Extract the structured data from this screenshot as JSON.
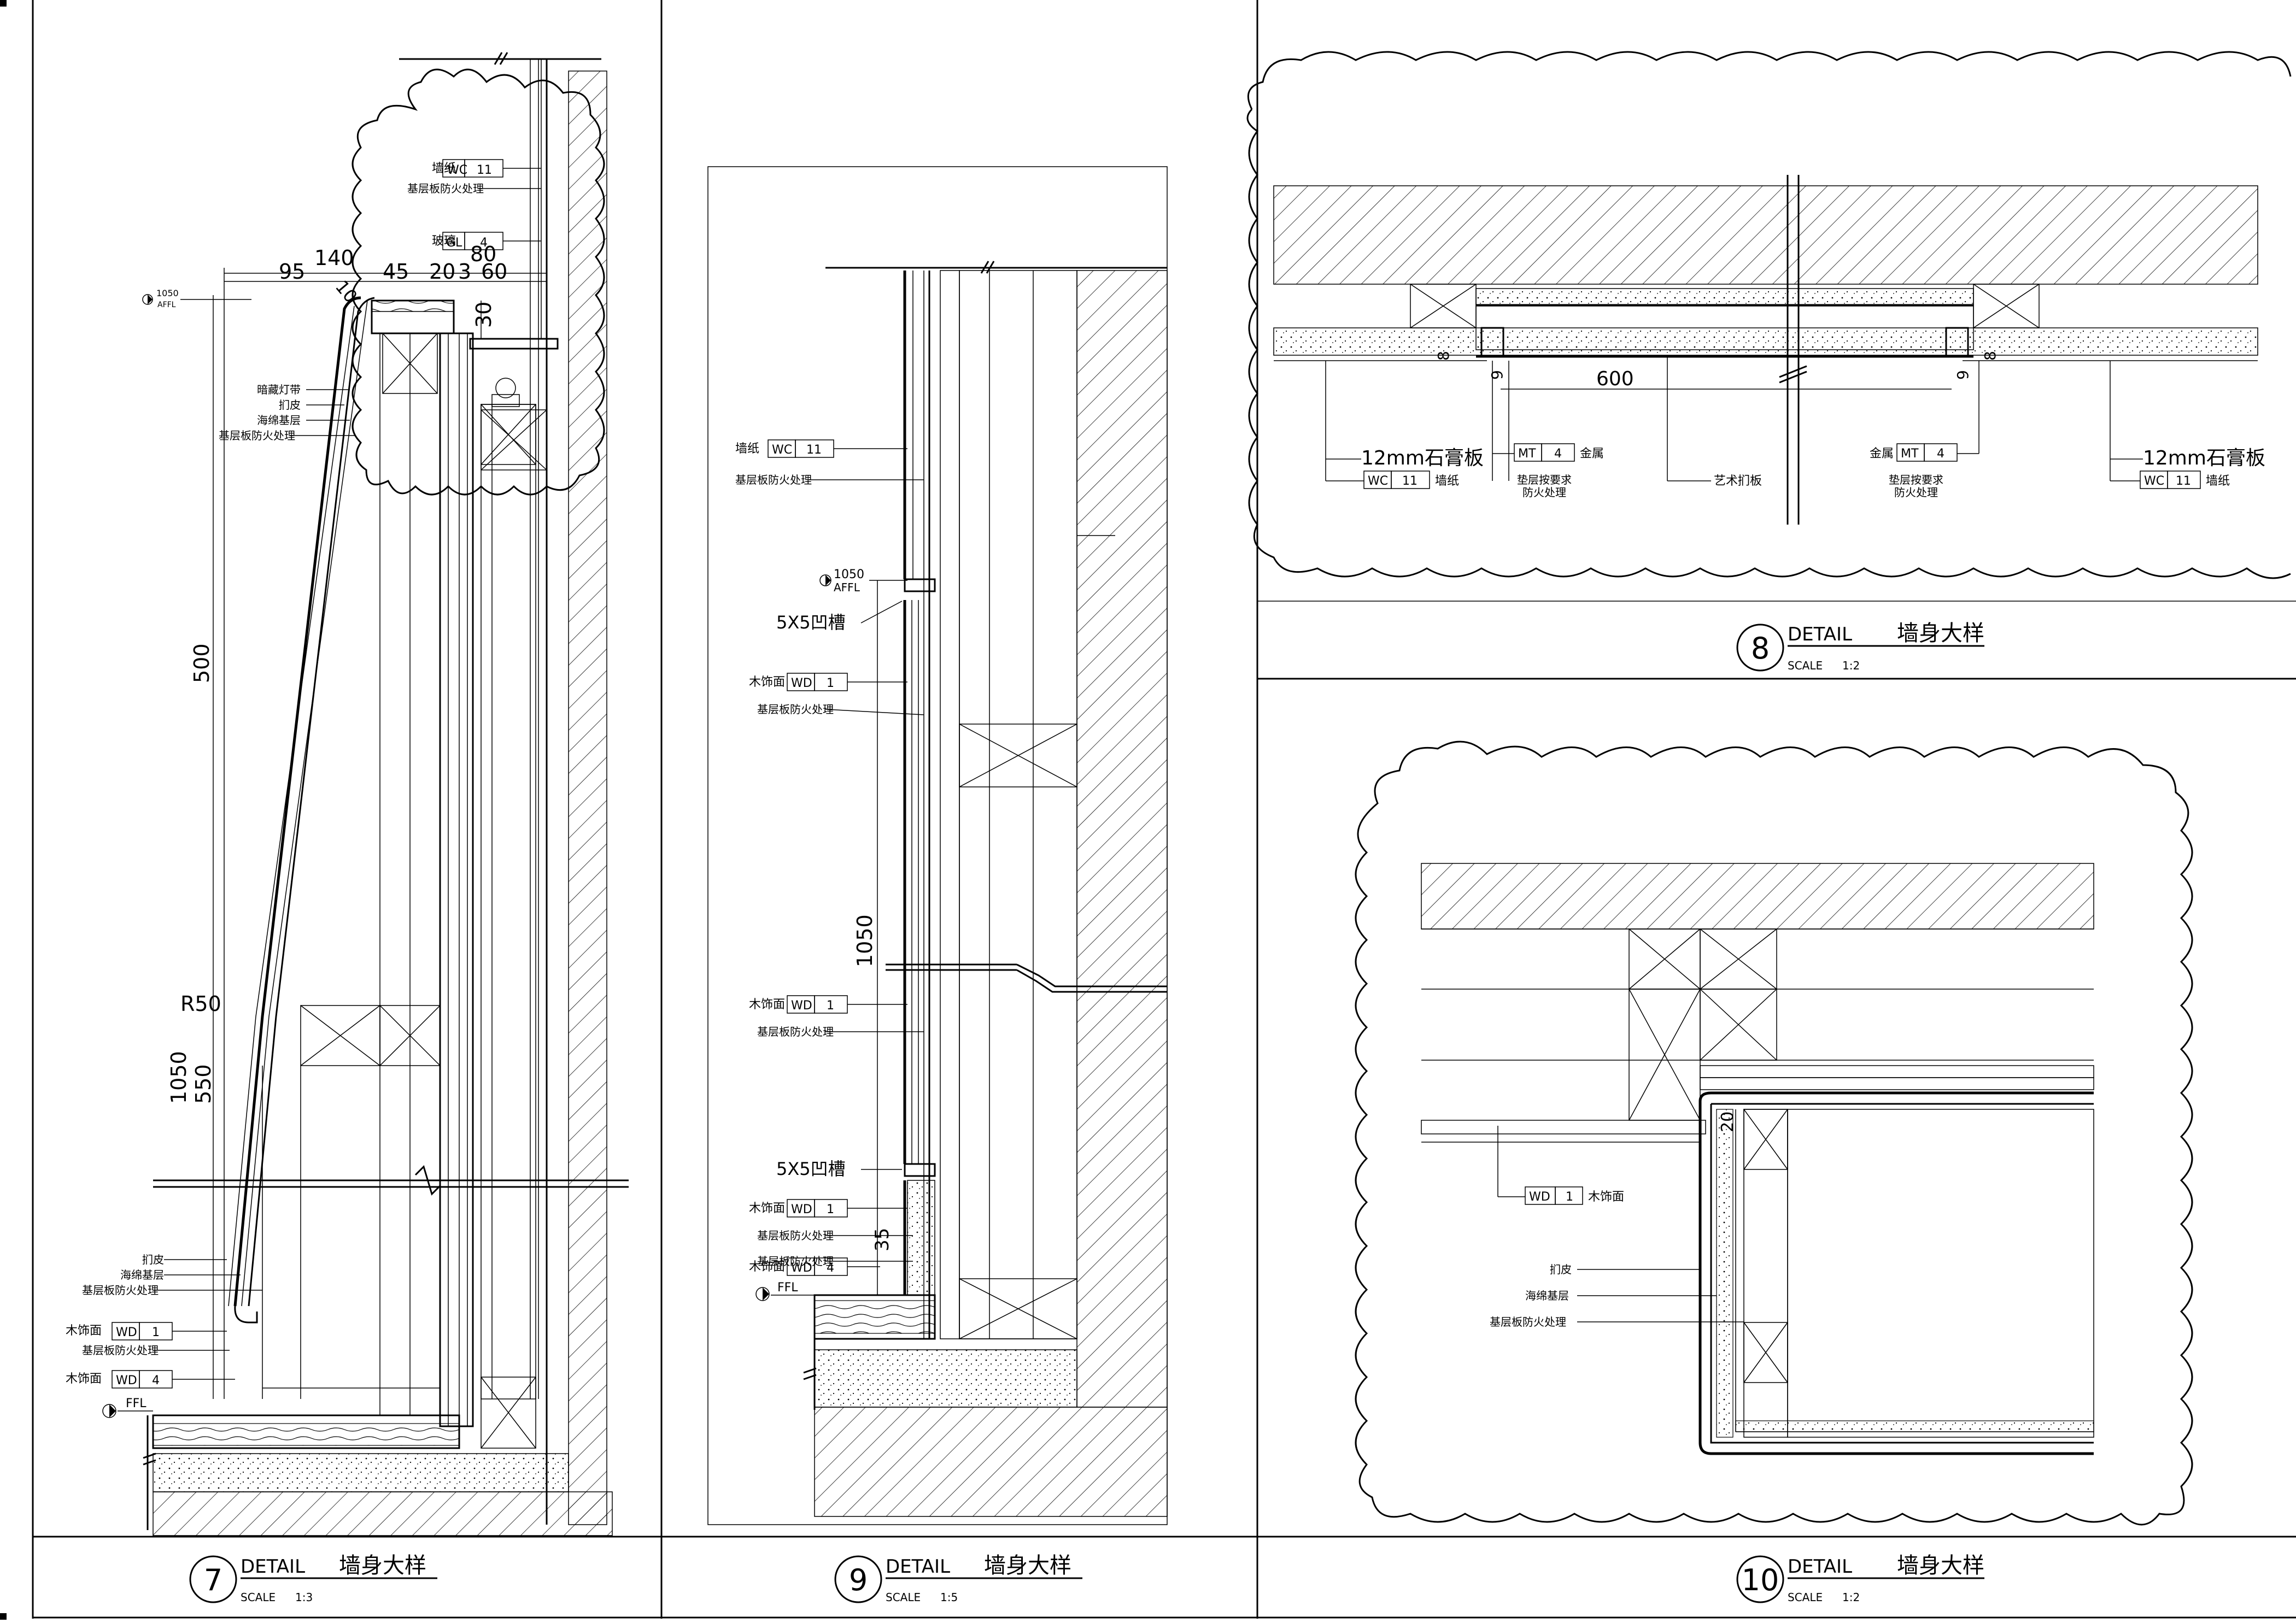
{
  "materials": {
    "wallpaper": "墙纸",
    "base_board_fireproof": "基层板防火处理",
    "glass": "玻璃",
    "hidden_light": "暗藏灯带",
    "leather": "扪皮",
    "sponge_base": "海绵基层",
    "wood_veneer": "木饰面",
    "metal": "金属",
    "gypsum_12": "12mm石膏板",
    "art_glass": "艺术扪板",
    "fire_note_1": "垫层按要求",
    "fire_note_2": "防火处理"
  },
  "codes": {
    "wc": "WC",
    "gl": "GL",
    "wd": "WD",
    "mt": "MT",
    "n11": "11",
    "n4": "4",
    "n1": "1"
  },
  "levels": {
    "affl_val": "1050",
    "affl": "AFFL",
    "ffl": "FFL"
  },
  "notes": {
    "groove": "5X5凹槽",
    "r50": "R50"
  },
  "dims7": {
    "d140": "140",
    "d95": "95",
    "d10": "10",
    "d45": "45",
    "d20": "20",
    "d3": "3",
    "d60": "60",
    "d80": "80",
    "d30": "30",
    "d500": "500",
    "d1050": "1050",
    "d550": "550"
  },
  "dims9": {
    "d1050": "1050",
    "d35": "35"
  },
  "dims8": {
    "d600": "600",
    "d8": "8",
    "d9": "9",
    "d9b": "9"
  },
  "dims10": {
    "d20": "20"
  },
  "titles": {
    "detail": "DETAIL",
    "name": "墙身大样",
    "scale": "SCALE",
    "d7": {
      "num": "7",
      "scale": "1:3"
    },
    "d9": {
      "num": "9",
      "scale": "1:5"
    },
    "d8": {
      "num": "8",
      "scale": "1:2"
    },
    "d10": {
      "num": "10",
      "scale": "1:2"
    }
  }
}
